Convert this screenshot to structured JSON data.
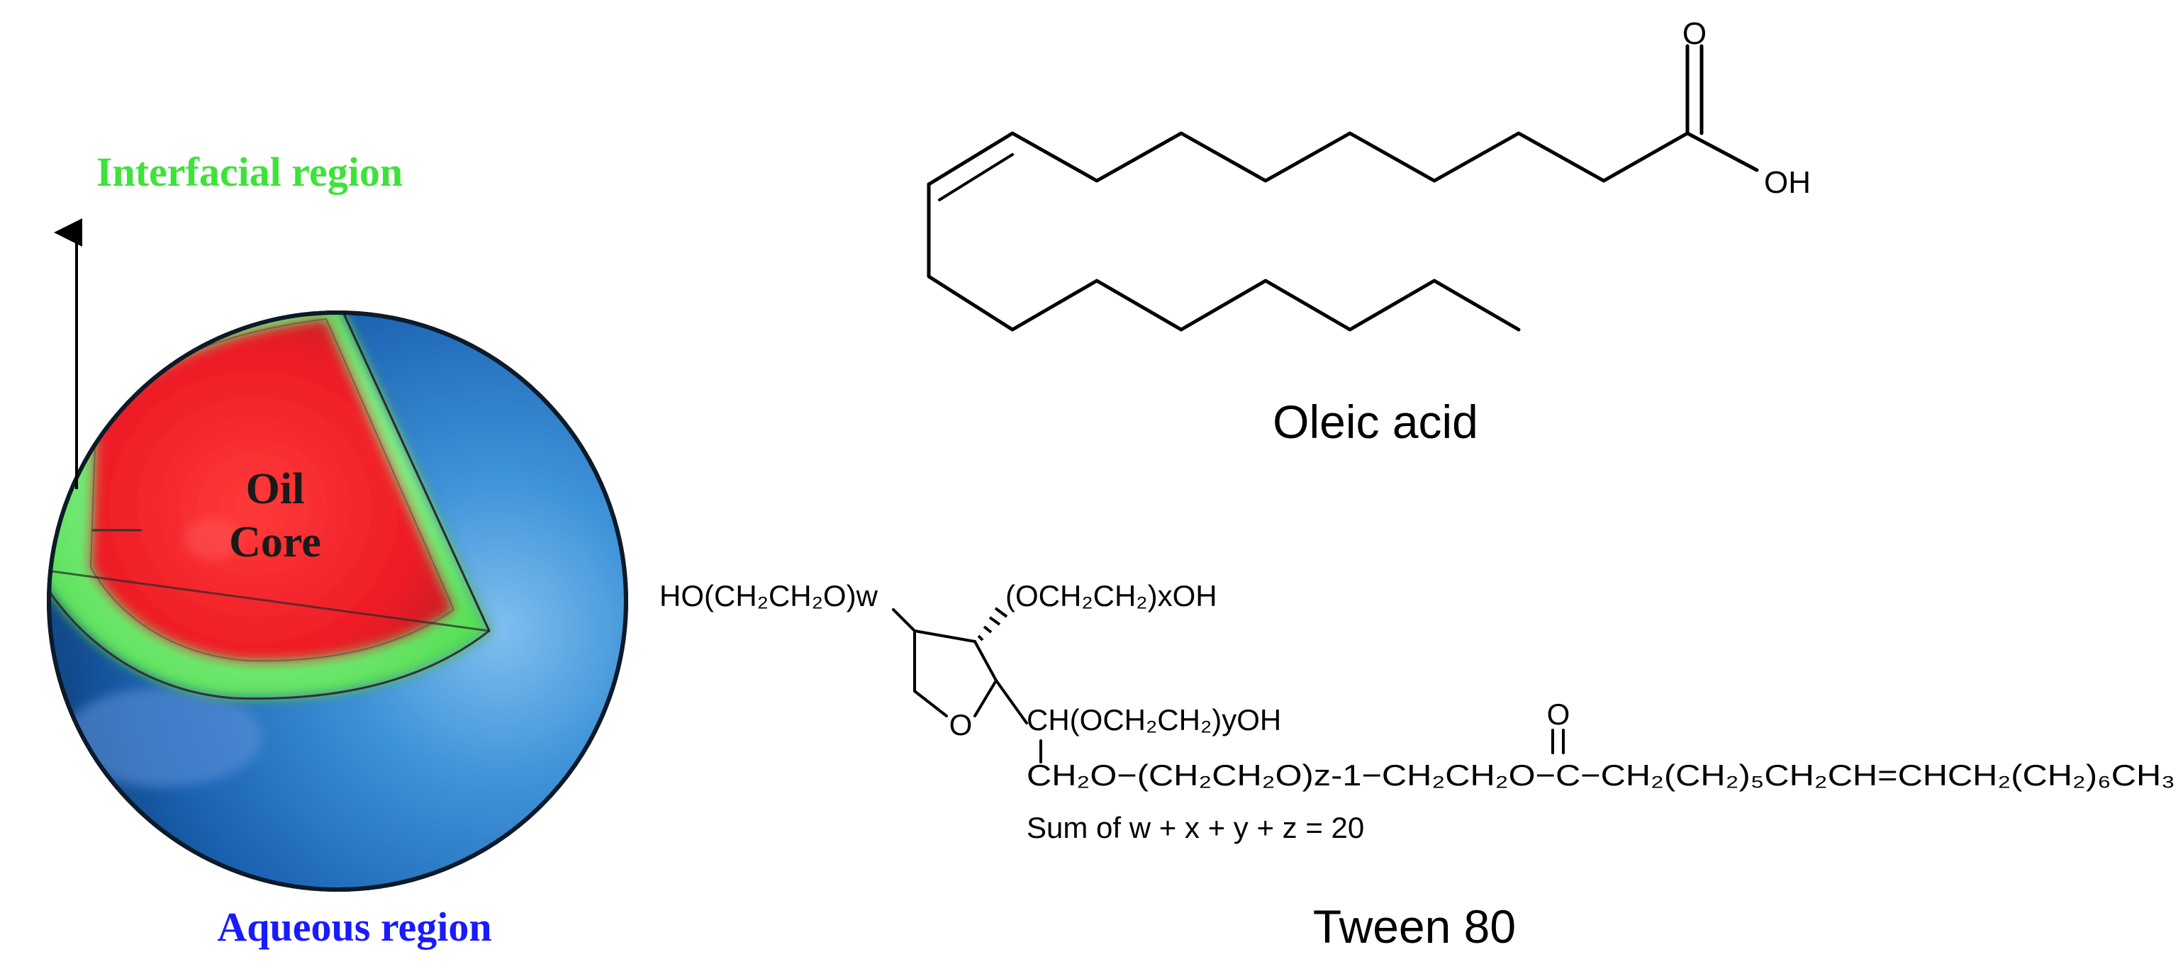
{
  "nanoemulsion": {
    "interfacial_label": "Interfacial region",
    "core_label_line1": "Oil",
    "core_label_line2": "Core",
    "aqueous_label": "Aqueous region",
    "colors": {
      "interfacial_text": "#3ee23a",
      "aqueous_text": "#1a1aff",
      "core": "#ee1c25",
      "shell": "#4be04b",
      "water": "#1d6fbf"
    }
  },
  "oleic_acid": {
    "name": "Oleic acid",
    "carbonyl_o": "O",
    "hydroxyl": "OH"
  },
  "tween80": {
    "name": "Tween 80",
    "w_chain": "HO(CH₂CH₂O)w",
    "x_chain": "(OCH₂CH₂)xOH",
    "ring_o": "O",
    "y_chain": "CH(OCH₂CH₂)yOH",
    "ester_chain": "CH₂O−(CH₂CH₂O)z-1−CH₂CH₂O−C−CH₂(CH₂)₅CH₂CH=CHCH₂(CH₂)₆CH₃",
    "ester_o": "O",
    "sum_note": "Sum of w + x + y + z  = 20"
  }
}
